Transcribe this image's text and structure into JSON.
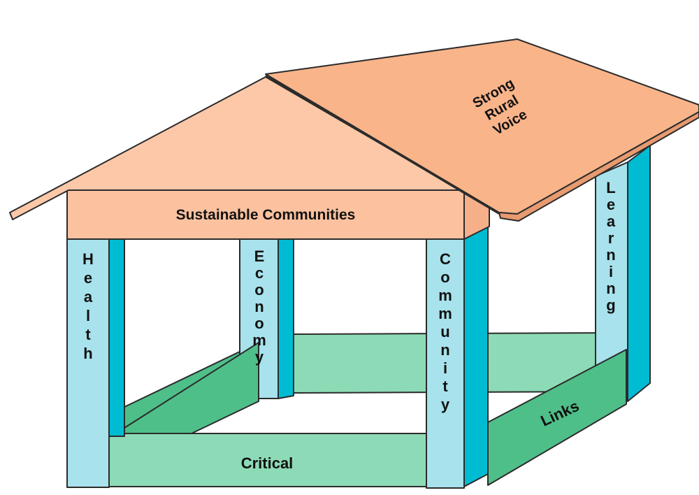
{
  "diagram": {
    "beam_label": "Sustainable Communities",
    "roof_label_lines": [
      "Strong",
      "Rural",
      "Voice"
    ],
    "pillars": {
      "health": "Health",
      "economy": "Economy",
      "community": "Community",
      "learning": "Learning"
    },
    "walls": {
      "front": "Critical",
      "right": "Links"
    },
    "colors": {
      "roof_front": "#fcc8a8",
      "roof_side": "#f9b48a",
      "beam": "#fcc2a0",
      "pillar_face": "#a8e2ec",
      "pillar_side": "#00bcd2",
      "wall_light": "#8ddbb6",
      "wall_dark": "#4fbf8a"
    }
  }
}
